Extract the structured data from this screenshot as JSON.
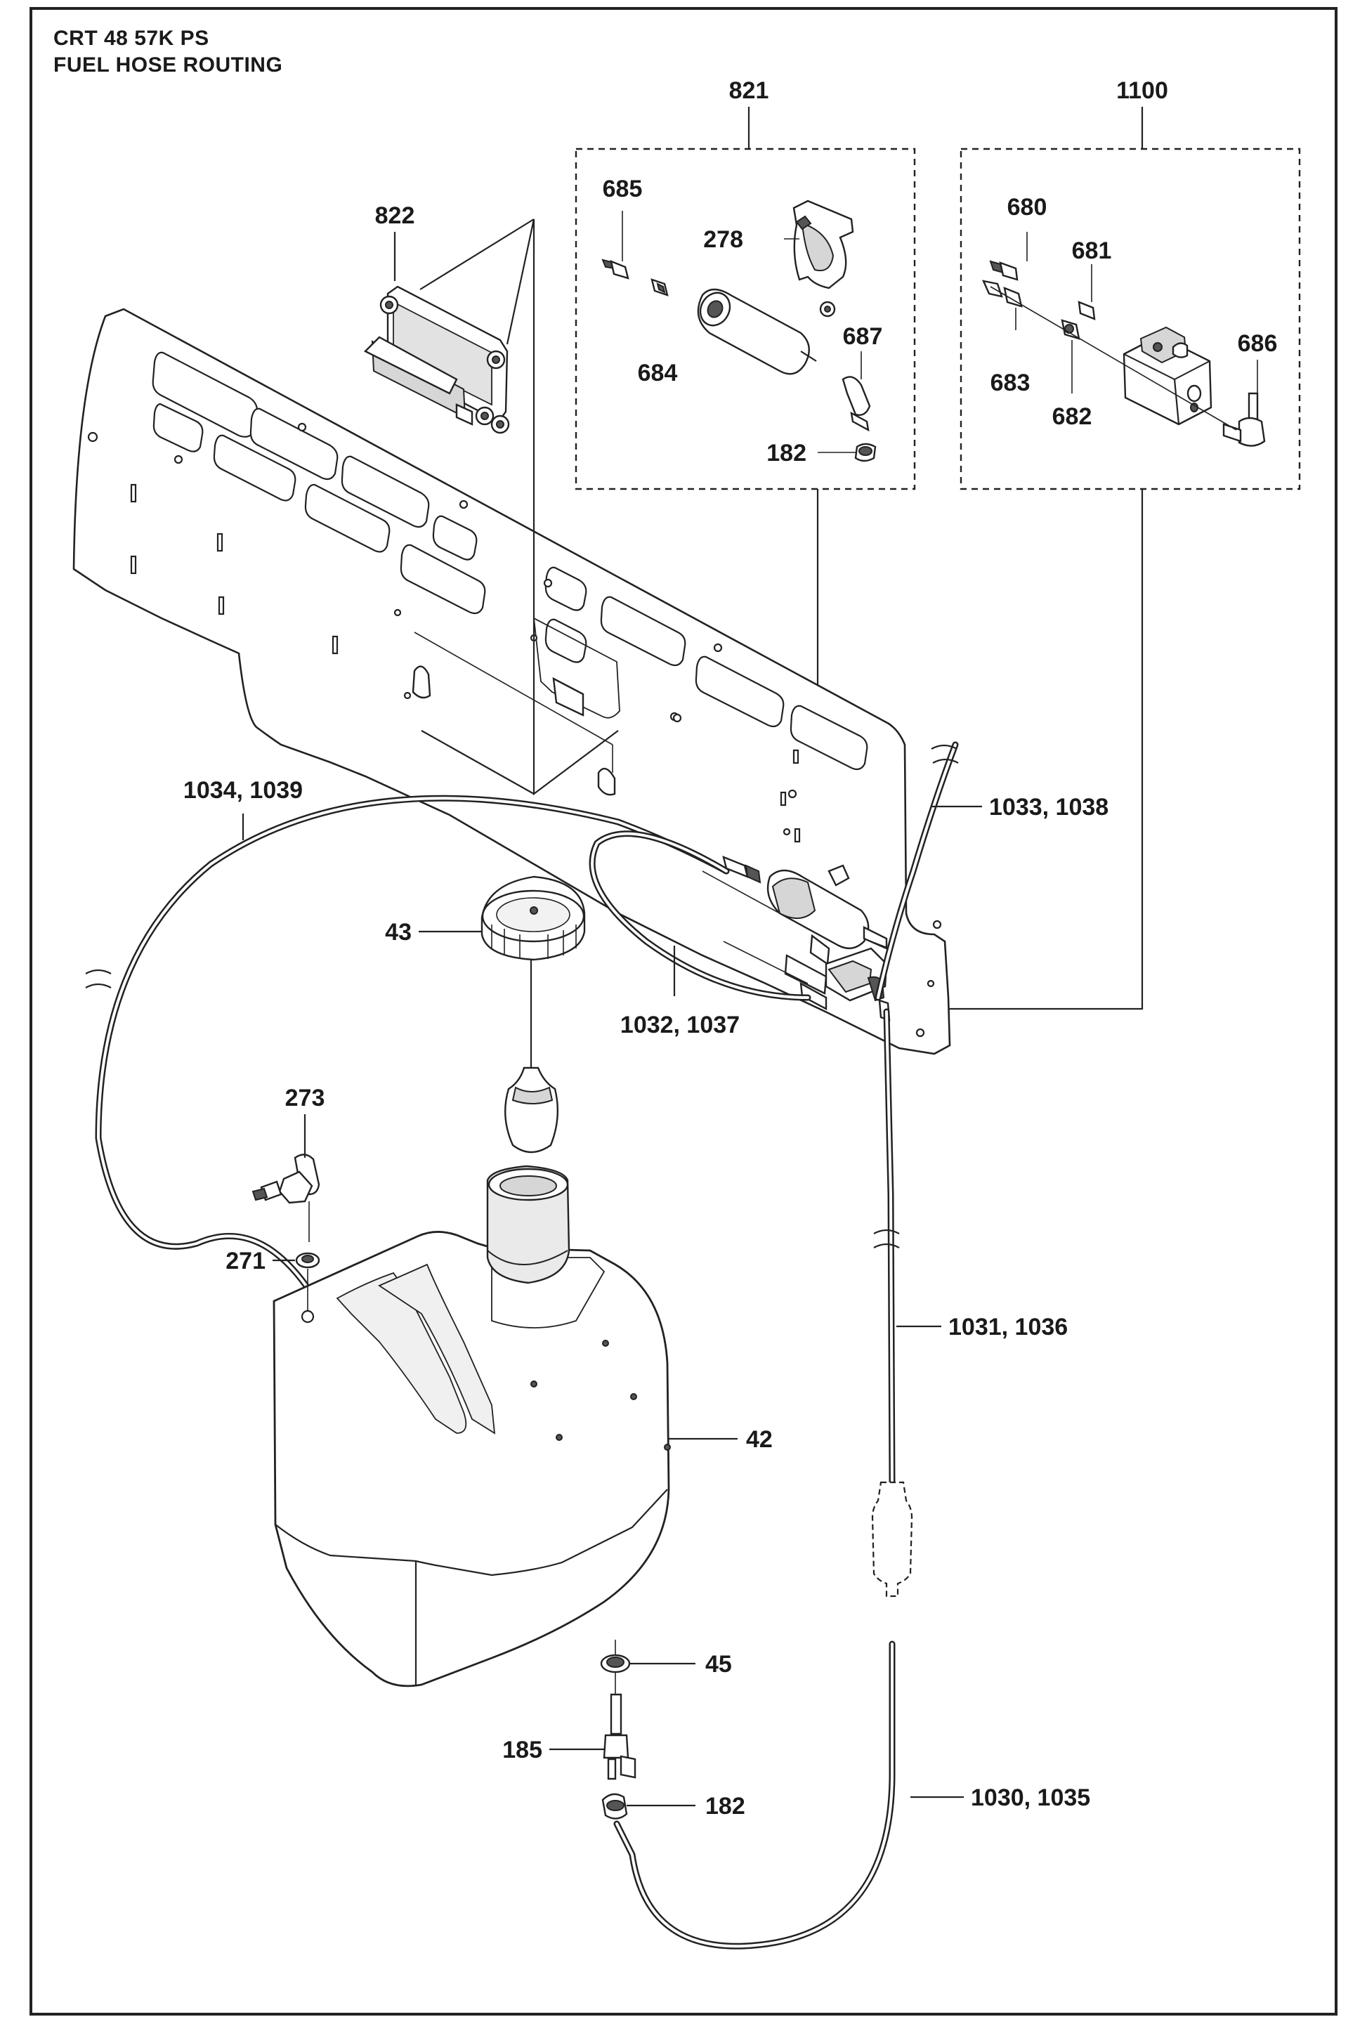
{
  "header": {
    "model": "CRT 48 57K PS",
    "subtitle": "FUEL HOSE ROUTING"
  },
  "callouts": {
    "c821": "821",
    "c1100": "1100",
    "c822": "822",
    "c685": "685",
    "c278": "278",
    "c684": "684",
    "c687": "687",
    "c182a": "182",
    "c680": "680",
    "c681": "681",
    "c686": "686",
    "c683": "683",
    "c682": "682",
    "c1034": "1034, 1039",
    "c1033": "1033, 1038",
    "c43": "43",
    "c1032": "1032, 1037",
    "c273": "273",
    "c271": "271",
    "c1031": "1031, 1036",
    "c42": "42",
    "c45": "45",
    "c185": "185",
    "c182b": "182",
    "c1030": "1030, 1035"
  }
}
